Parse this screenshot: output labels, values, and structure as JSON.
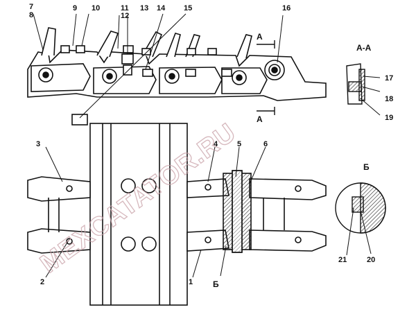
{
  "callouts": {
    "n1": "1",
    "n2": "2",
    "n3": "3",
    "n4": "4",
    "n5": "5",
    "n6": "6",
    "n7": "7",
    "n8": "8",
    "n9": "9",
    "n10": "10",
    "n11": "11",
    "n12": "12",
    "n13": "13",
    "n14": "14",
    "n15": "15",
    "n16": "16",
    "n17": "17",
    "n18": "18",
    "n19": "19",
    "n20": "20",
    "n21": "21"
  },
  "section_marks": {
    "a_top": "А",
    "a_bottom": "А",
    "aa_title": "А-А",
    "b_title": "Б",
    "b_mark": "Б"
  },
  "watermark": "MEXCATATOR.RU",
  "colors": {
    "line": "#111111",
    "hatch": "#222222",
    "watermark": "#c9a1a8"
  }
}
